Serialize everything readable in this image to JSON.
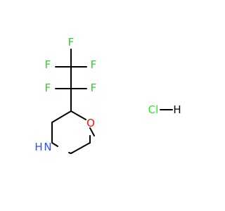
{
  "colors": {
    "background": "#ffffff",
    "bond": "#000000",
    "fluorine": "#33cc33",
    "oxygen": "#ff0d0d",
    "nitrogen": "#3050f8",
    "chlorine": "#1ff01f",
    "hydrogen": "#000000"
  },
  "molecule": {
    "atoms": [
      {
        "id": "F1",
        "element": "fluorine",
        "label": "F"
      },
      {
        "id": "F2",
        "element": "fluorine",
        "label": "F"
      },
      {
        "id": "F3",
        "element": "fluorine",
        "label": "F"
      },
      {
        "id": "F4",
        "element": "fluorine",
        "label": "F"
      },
      {
        "id": "F5",
        "element": "fluorine",
        "label": "F"
      },
      {
        "id": "O",
        "element": "oxygen",
        "label": "O"
      },
      {
        "id": "NH",
        "element": "nitrogen",
        "label": "H"
      },
      {
        "id": "N",
        "element": "nitrogen",
        "label": "N"
      }
    ],
    "salt": {
      "chlorine_label": "Cl",
      "hydrogen_label": "H"
    }
  }
}
